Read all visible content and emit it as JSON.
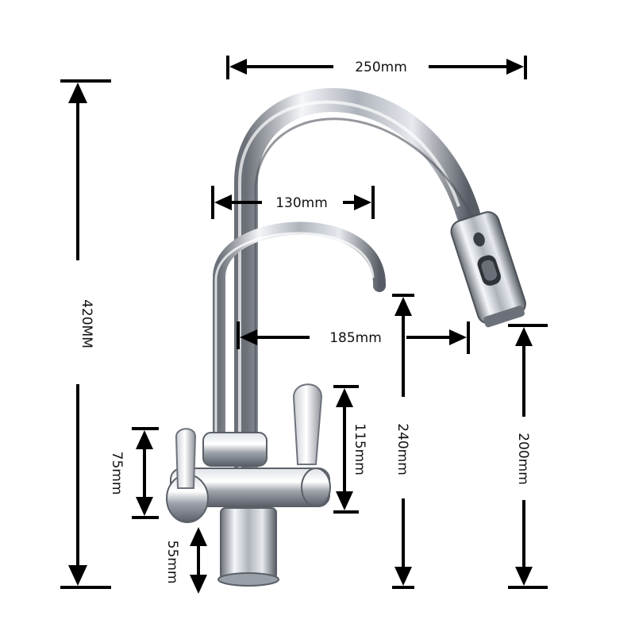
{
  "dimensions": {
    "total_height": "420MM",
    "spout_reach": "250mm",
    "filter_spout_reach": "130mm",
    "spout_gap": "185mm",
    "filter_outlet_height": "240mm",
    "main_outlet_height": "200mm",
    "right_handle_height": "115mm",
    "left_handle_height": "75mm",
    "base_height": "55mm"
  },
  "colors": {
    "chrome_light": "#f2f4f7",
    "chrome_mid": "#b9bec6",
    "chrome_dark": "#5c6169",
    "line": "#000000",
    "background": "#ffffff"
  }
}
